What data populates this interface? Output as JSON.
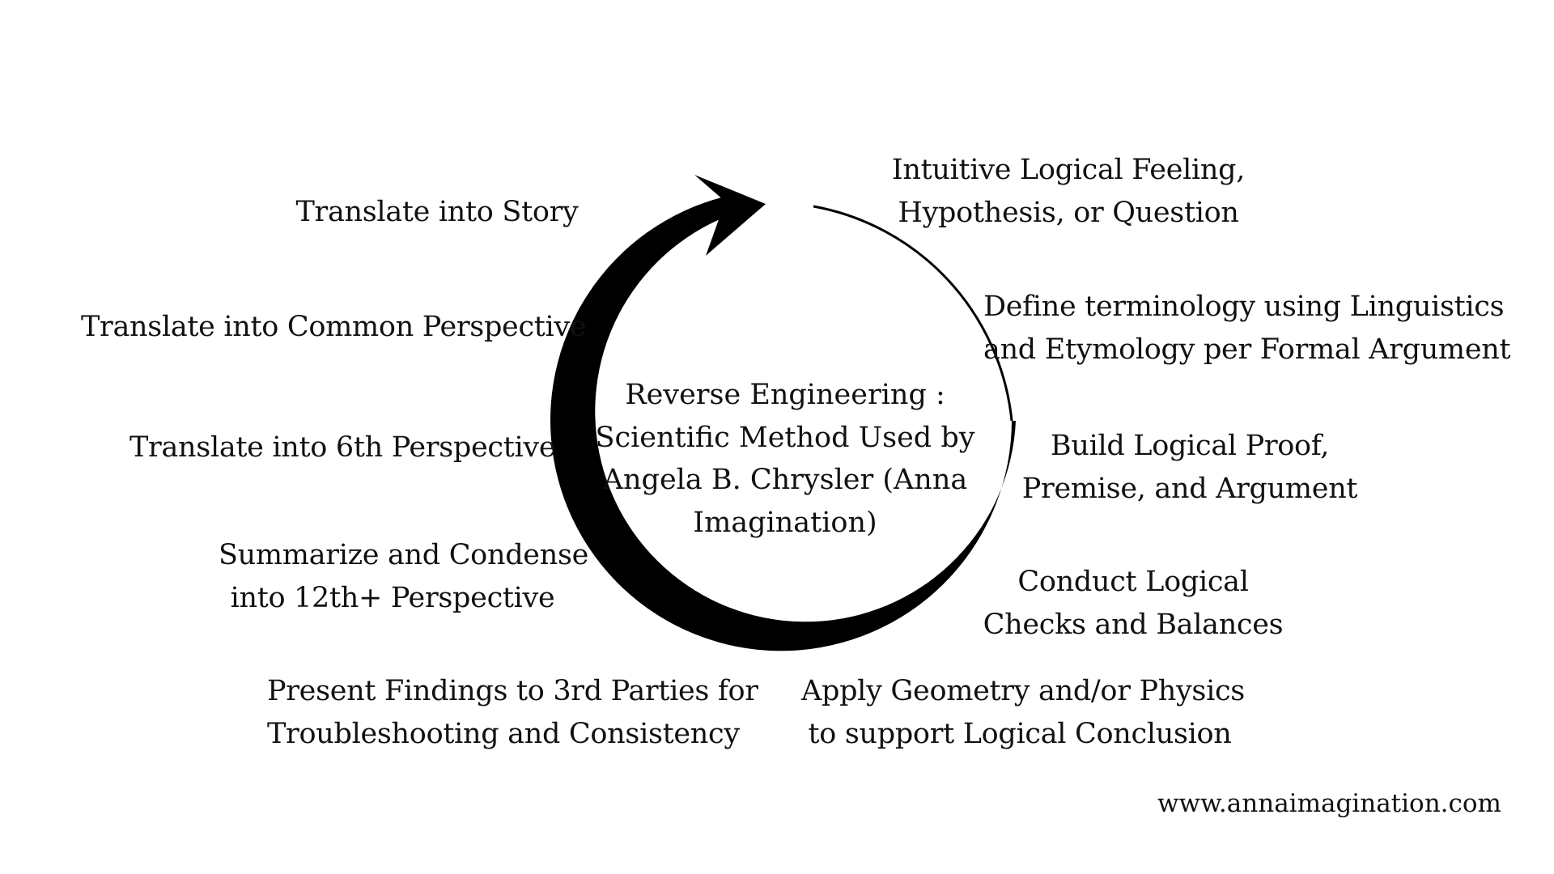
{
  "diagram": {
    "center_title": "Reverse Engineering : Scientific Method Used by Angela B. Chrysler (Anna Imagination)",
    "steps_right": [
      {
        "lines": [
          "Intuitive Logical Feeling,",
          "Hypothesis, or Question"
        ]
      },
      {
        "lines": [
          "Define terminology using Linguistics",
          "and Etymology per Formal Argument"
        ]
      },
      {
        "lines": [
          "Build Logical Proof,",
          "Premise, and Argument"
        ]
      },
      {
        "lines": [
          "Conduct Logical",
          "Checks and Balances"
        ]
      },
      {
        "lines": [
          "Apply Geometry and/or Physics",
          "to support Logical Conclusion"
        ]
      }
    ],
    "steps_left": [
      {
        "lines": [
          "Present Findings to 3rd Parties for",
          "Troubleshooting and Consistency"
        ]
      },
      {
        "lines": [
          "Summarize and Condense",
          "into 12th+ Perspective"
        ]
      },
      {
        "lines": [
          "Translate into 6th Perspective"
        ]
      },
      {
        "lines": [
          "Translate into Common Perspective"
        ]
      },
      {
        "lines": [
          "Translate into Story"
        ]
      }
    ],
    "arrow_color": "#000000",
    "text_color": "#111111"
  },
  "footer": {
    "website": "www.annaimagination.com"
  }
}
